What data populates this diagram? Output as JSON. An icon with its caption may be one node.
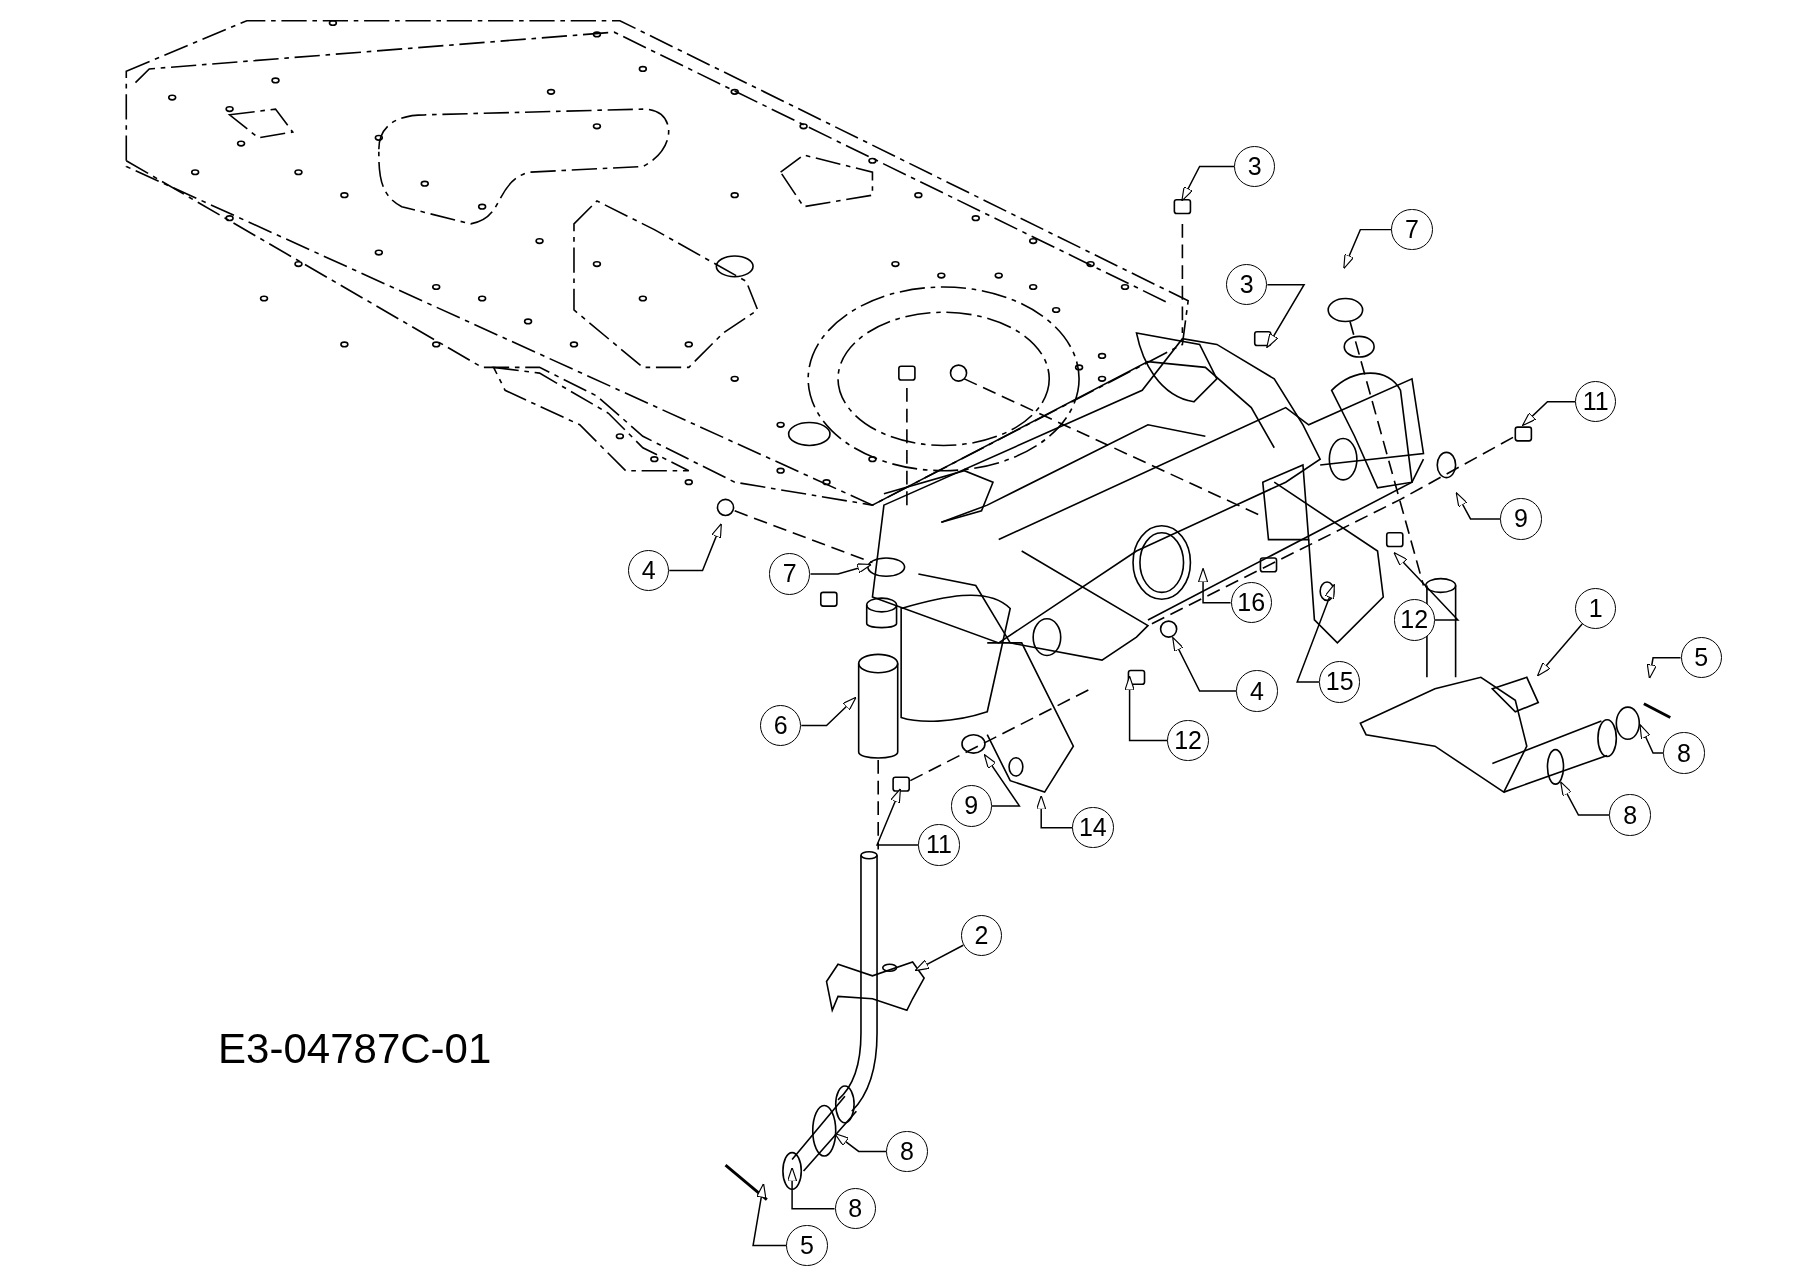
{
  "diagram": {
    "nodes": [
      {
        "text": [
          "3"
        ]
      },
      {
        "text": [
          "7"
        ]
      },
      {
        "text": [
          "3"
        ]
      },
      {
        "text": [
          "11"
        ]
      },
      {
        "text": [
          "9"
        ]
      },
      {
        "text": [
          "4"
        ]
      },
      {
        "text": [
          "7"
        ]
      },
      {
        "text": [
          "16"
        ]
      },
      {
        "text": [
          "12"
        ]
      },
      {
        "text": [
          "15"
        ]
      },
      {
        "text": [
          "4"
        ]
      },
      {
        "text": [
          "1"
        ]
      },
      {
        "text": [
          "5"
        ]
      },
      {
        "text": [
          "8"
        ]
      },
      {
        "text": [
          "12"
        ]
      },
      {
        "text": [
          "6"
        ]
      },
      {
        "text": [
          "9"
        ]
      },
      {
        "text": [
          "8"
        ]
      },
      {
        "text": [
          "14"
        ]
      },
      {
        "text": [
          "11"
        ]
      },
      {
        "text": [
          "2"
        ]
      },
      {
        "text": [
          "8"
        ]
      },
      {
        "text": [
          "8"
        ]
      },
      {
        "text": [
          "5"
        ]
      }
    ],
    "edges": [
      {
        "from": 0,
        "to": null,
        "arrow": "to"
      },
      {
        "from": 1,
        "to": null,
        "arrow": "to"
      },
      {
        "from": 2,
        "to": null,
        "arrow": "to"
      },
      {
        "from": 3,
        "to": null,
        "arrow": "to"
      },
      {
        "from": 4,
        "to": null,
        "arrow": "to"
      },
      {
        "from": 5,
        "to": null,
        "arrow": "to"
      },
      {
        "from": 6,
        "to": null,
        "arrow": "to"
      },
      {
        "from": 7,
        "to": null,
        "arrow": "to"
      },
      {
        "from": 8,
        "to": null,
        "arrow": "to"
      },
      {
        "from": 9,
        "to": null,
        "arrow": "to"
      },
      {
        "from": 10,
        "to": null,
        "arrow": "to"
      },
      {
        "from": 11,
        "to": null,
        "arrow": "to"
      },
      {
        "from": 12,
        "to": null,
        "arrow": "to"
      },
      {
        "from": 13,
        "to": null,
        "arrow": "to"
      },
      {
        "from": 14,
        "to": null,
        "arrow": "to"
      },
      {
        "from": 15,
        "to": null,
        "arrow": "to"
      },
      {
        "from": 16,
        "to": null,
        "arrow": "to"
      },
      {
        "from": 17,
        "to": null,
        "arrow": "to"
      },
      {
        "from": 18,
        "to": null,
        "arrow": "to"
      },
      {
        "from": 19,
        "to": null,
        "arrow": "to"
      },
      {
        "from": 20,
        "to": null,
        "arrow": "to"
      },
      {
        "from": 21,
        "to": null,
        "arrow": "to"
      },
      {
        "from": 22,
        "to": null,
        "arrow": "to"
      },
      {
        "from": 23,
        "to": null,
        "arrow": "to"
      }
    ],
    "labels": [
      "E3-04787C-01"
    ]
  }
}
